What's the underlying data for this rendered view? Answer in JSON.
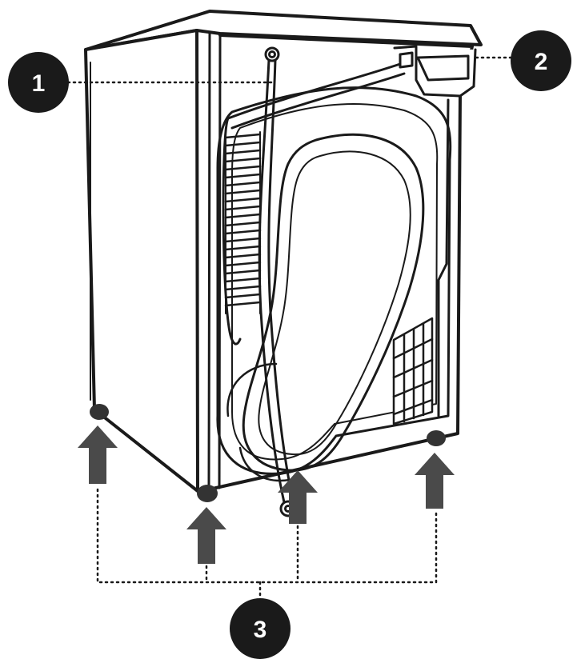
{
  "colors": {
    "outline": "#1a1a1a",
    "callout_fill": "#1a1a1a",
    "callout_text": "#ffffff",
    "arrow_fill": "#4a4a4a",
    "foot_fill": "#333333",
    "background": "#ffffff"
  },
  "callouts": [
    {
      "label": "1"
    },
    {
      "label": "2"
    },
    {
      "label": "3"
    }
  ]
}
